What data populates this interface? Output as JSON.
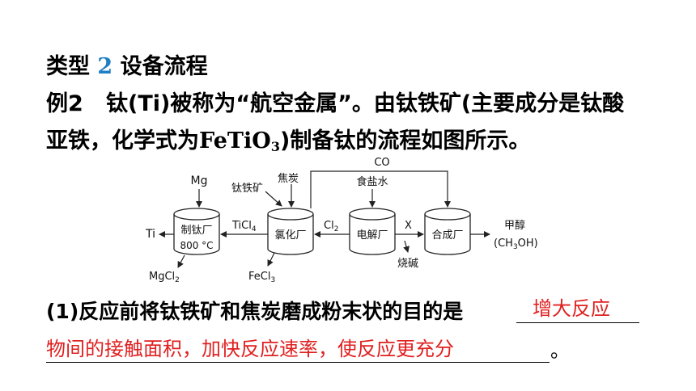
{
  "heading": {
    "prefix": "类型",
    "num": "2",
    "title": "设备流程"
  },
  "example": {
    "label": "例2",
    "line1": "钛(Ti)被称为“航空金属”。由钛铁矿(主要成分是钛酸",
    "line2_pre": "亚铁，化学式为",
    "formula_main": "FeTiO",
    "formula_sub": "3",
    "line2_post": ")制备钛的流程如图所示。"
  },
  "diagram": {
    "plants": {
      "ti": "制钛厂",
      "ti_temp": "800 °C",
      "cl": "氯化厂",
      "el": "电解厂",
      "syn": "合成厂"
    },
    "labels": {
      "mg": "Mg",
      "ore": "钛铁矿",
      "coke": "焦炭",
      "co": "CO",
      "brine": "食盐水",
      "ti": "Ti",
      "mgcl_main": "MgCl",
      "mgcl_sub": "2",
      "ticl_main": "TiCl",
      "ticl_sub": "4",
      "fecl_main": "FeCl",
      "fecl_sub": "3",
      "cl_main": "Cl",
      "cl_sub": "2",
      "x": "X",
      "caustic": "烧碱",
      "meth": "甲醇",
      "meth_formula_a": "(CH",
      "meth_formula_sub": "3",
      "meth_formula_b": "OH)"
    }
  },
  "question": {
    "text": "(1)反应前将钛铁矿和焦炭磨成粉末状的目的是",
    "answer_part1": "增大反应",
    "answer_part2": "物间的接触面积，加快反应速率，使反应更充分",
    "end_punct": "。"
  },
  "colors": {
    "accent": "#1f7fc4",
    "answer": "#e02020"
  }
}
